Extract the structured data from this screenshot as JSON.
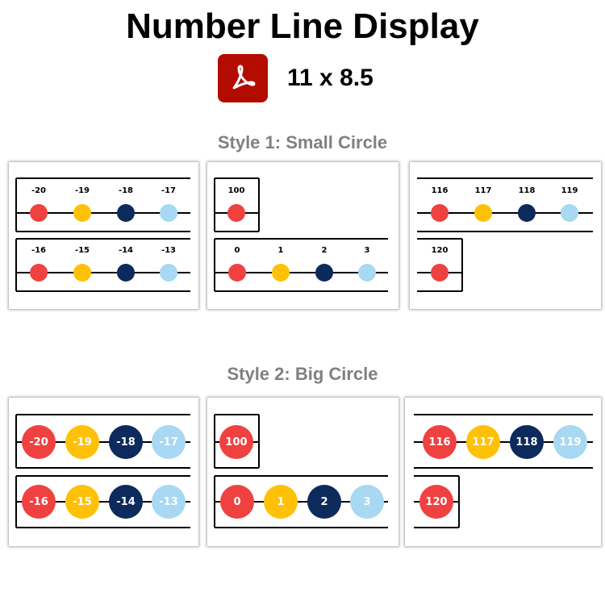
{
  "header": {
    "title": "Number Line Display",
    "file_icon": "pdf-icon",
    "size": "11 x 8.5"
  },
  "colors": {
    "red": "#f04141",
    "yellow": "#ffc107",
    "navy": "#0d2a5c",
    "light_blue": "#a8d8f2",
    "pdf_red": "#b30b00",
    "section_gray": "#808080"
  },
  "style1": {
    "title": "Style 1: Small Circle",
    "cards": [
      {
        "rows": [
          [
            "-20",
            "-19",
            "-18",
            "-17"
          ],
          [
            "-16",
            "-15",
            "-14",
            "-13"
          ]
        ]
      },
      {
        "rows": [
          [
            "100"
          ],
          [
            "0",
            "1",
            "2",
            "3"
          ]
        ]
      },
      {
        "rows": [
          [
            "116",
            "117",
            "118",
            "119"
          ],
          [
            "120"
          ]
        ]
      }
    ]
  },
  "style2": {
    "title": "Style 2: Big Circle",
    "cards": [
      {
        "rows": [
          [
            "-20",
            "-19",
            "-18",
            "-17"
          ],
          [
            "-16",
            "-15",
            "-14",
            "-13"
          ]
        ]
      },
      {
        "rows": [
          [
            "100"
          ],
          [
            "0",
            "1",
            "2",
            "3"
          ]
        ]
      },
      {
        "rows": [
          [
            "116",
            "117",
            "118",
            "119"
          ],
          [
            "120"
          ]
        ]
      }
    ]
  }
}
